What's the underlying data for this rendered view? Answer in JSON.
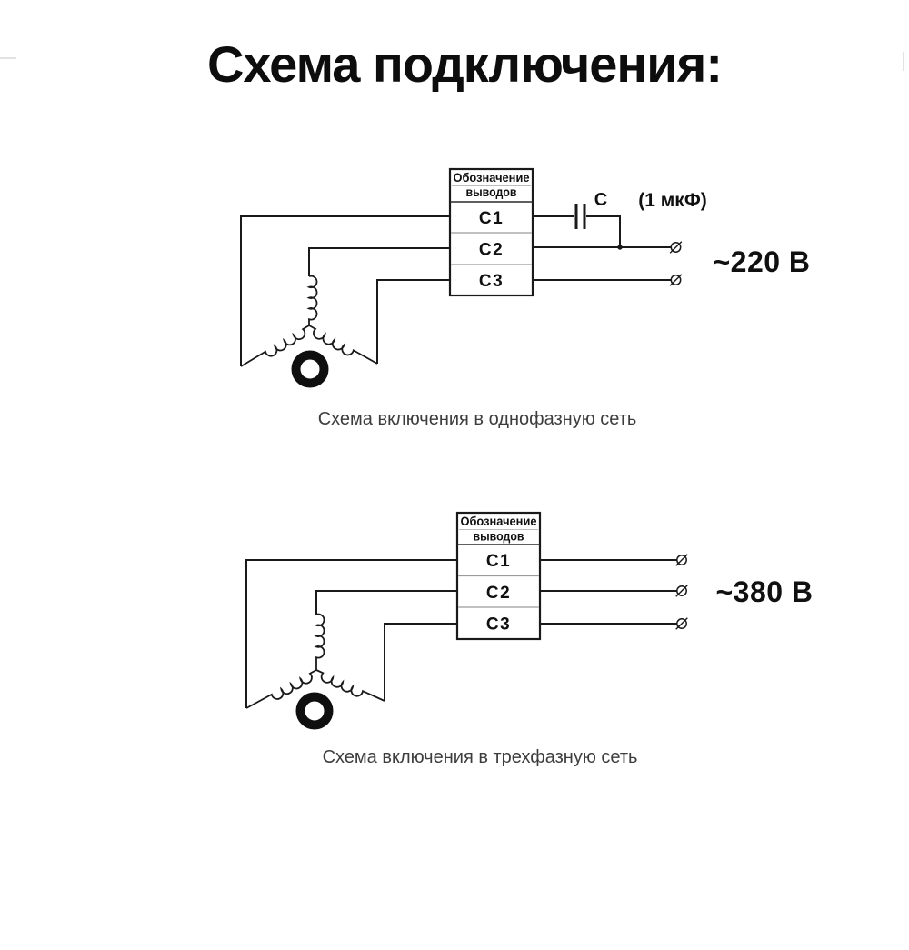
{
  "title": "Схема подключения:",
  "diagram_single_phase": {
    "terminal_box": {
      "header_line1": "Обозначение",
      "header_line2": "выводов",
      "terminals": [
        "С1",
        "С2",
        "С3"
      ]
    },
    "capacitor_label": "С",
    "capacitor_value": "(1 мкФ)",
    "voltage_label": "~220 В",
    "caption": "Схема включения в однофазную сеть"
  },
  "diagram_three_phase": {
    "terminal_box": {
      "header_line1": "Обозначение",
      "header_line2": "выводов",
      "terminals": [
        "С1",
        "С2",
        "С3"
      ]
    },
    "voltage_label": "~380 В",
    "caption": "Схема включения в трехфазную сеть"
  },
  "colors": {
    "line": "#1a1a1a",
    "row_separator": "#9a9a9a",
    "caption_text": "#3d3d3d",
    "title_text": "#0d0d0d"
  }
}
